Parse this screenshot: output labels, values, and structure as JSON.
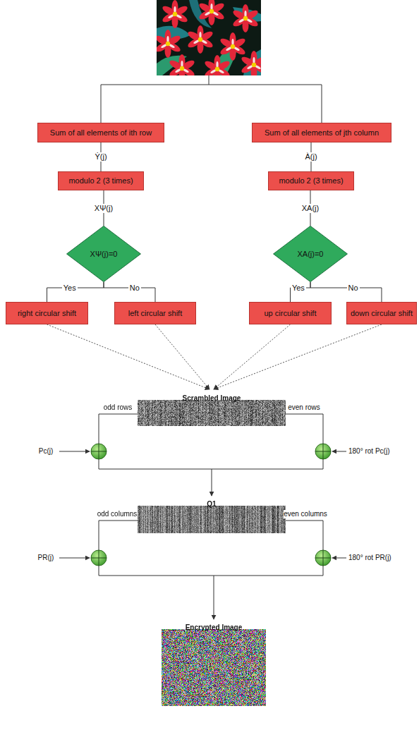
{
  "diagram": {
    "nodes": [
      {
        "text": [
          "Sum of all elements of ith row"
        ]
      },
      {
        "text": [
          "Sum of all elements of jth column"
        ]
      },
      {
        "text": [
          "modulo 2 (3 times)"
        ]
      },
      {
        "text": [
          "modulo 2 (3 times)"
        ]
      },
      {
        "text": [
          "XΨ(j)=0"
        ]
      },
      {
        "text": [
          "XA(j)=0"
        ]
      },
      {
        "text": [
          "right circular shift"
        ]
      },
      {
        "text": [
          "left circular shift"
        ]
      },
      {
        "text": [
          "up circular shift"
        ]
      },
      {
        "text": [
          "down circular shift"
        ]
      },
      {
        "text": [
          "Scrambled Image"
        ]
      },
      {
        "text": [
          "Q1"
        ]
      },
      {
        "text": [
          "Encrypted Image"
        ]
      }
    ],
    "edges": [
      {
        "from": 0,
        "to": 2,
        "label": "Ẏ(j)",
        "arrow": "none"
      },
      {
        "from": 1,
        "to": 3,
        "label": "À(j)",
        "arrow": "none"
      },
      {
        "from": 2,
        "to": 4,
        "label": "XΨ(j)",
        "arrow": "none"
      },
      {
        "from": 3,
        "to": 5,
        "label": "XA(j)",
        "arrow": "none"
      },
      {
        "from": 4,
        "to": 6,
        "label": "Yes",
        "arrow": "none"
      },
      {
        "from": 4,
        "to": 7,
        "label": "No",
        "arrow": "none"
      },
      {
        "from": 5,
        "to": 8,
        "label": "Yes",
        "arrow": "none"
      },
      {
        "from": 5,
        "to": 9,
        "label": "No",
        "arrow": "none"
      },
      {
        "from": 6,
        "to": 10,
        "arrow": "to"
      },
      {
        "from": 7,
        "to": 10,
        "arrow": "to"
      },
      {
        "from": 8,
        "to": 10,
        "arrow": "to"
      },
      {
        "from": 9,
        "to": 10,
        "arrow": "to"
      },
      {
        "from": 10,
        "to": 11,
        "arrow": "to"
      },
      {
        "from": 11,
        "to": 12,
        "arrow": "to"
      }
    ],
    "labels": [
      "odd rows",
      "even rows",
      "Pc(j)",
      "180° rot Pc(j)",
      "odd columns",
      "even columns",
      "PR(j)",
      "180° rot PR(j)"
    ]
  }
}
